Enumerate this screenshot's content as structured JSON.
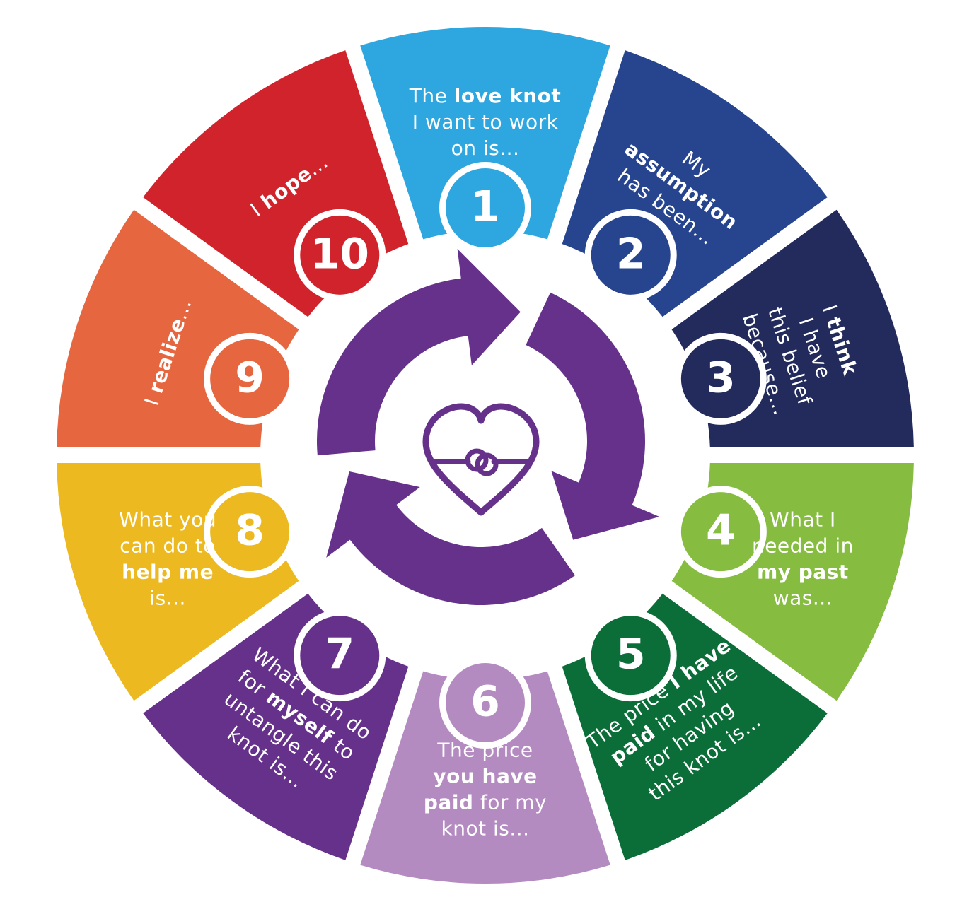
{
  "segments": [
    {
      "number": "1",
      "color": "#2ea7e0",
      "lines": [
        [
          {
            "t": "The "
          },
          {
            "t": "love knot",
            "b": true
          }
        ],
        [
          {
            "t": "I want to work"
          }
        ],
        [
          {
            "t": "on is..."
          }
        ]
      ]
    },
    {
      "number": "2",
      "color": "#27448f",
      "lines": [
        [
          {
            "t": "My"
          }
        ],
        [
          {
            "t": "assumption",
            "b": true
          }
        ],
        [
          {
            "t": "has been..."
          }
        ]
      ]
    },
    {
      "number": "3",
      "color": "#222b5c",
      "lines": [
        [
          {
            "t": "I "
          },
          {
            "t": "think",
            "b": true
          }
        ],
        [
          {
            "t": "I have"
          }
        ],
        [
          {
            "t": "this belief"
          }
        ],
        [
          {
            "t": "because..."
          }
        ]
      ]
    },
    {
      "number": "4",
      "color": "#86bd40",
      "lines": [
        [
          {
            "t": "What I"
          }
        ],
        [
          {
            "t": "needed in"
          }
        ],
        [
          {
            "t": "my past",
            "b": true
          }
        ],
        [
          {
            "t": "was..."
          }
        ]
      ]
    },
    {
      "number": "5",
      "color": "#0b6e38",
      "lines": [
        [
          {
            "t": "The price "
          },
          {
            "t": "I have",
            "b": true
          }
        ],
        [
          {
            "t": "paid",
            "b": true
          },
          {
            "t": " in my life"
          }
        ],
        [
          {
            "t": "for having"
          }
        ],
        [
          {
            "t": "this knot is..."
          }
        ]
      ]
    },
    {
      "number": "6",
      "color": "#b48bc0",
      "lines": [
        [
          {
            "t": "The price"
          }
        ],
        [
          {
            "t": "you have",
            "b": true
          }
        ],
        [
          {
            "t": "paid",
            "b": true
          },
          {
            "t": " for my"
          }
        ],
        [
          {
            "t": "knot is..."
          }
        ]
      ]
    },
    {
      "number": "7",
      "color": "#66318b",
      "lines": [
        [
          {
            "t": "What I can do"
          }
        ],
        [
          {
            "t": "for "
          },
          {
            "t": "myself",
            "b": true
          },
          {
            "t": " to"
          }
        ],
        [
          {
            "t": "untangle this"
          }
        ],
        [
          {
            "t": "knot is..."
          }
        ]
      ]
    },
    {
      "number": "8",
      "color": "#ecb920",
      "lines": [
        [
          {
            "t": "What you"
          }
        ],
        [
          {
            "t": "can do to"
          }
        ],
        [
          {
            "t": "help me",
            "b": true
          }
        ],
        [
          {
            "t": "is..."
          }
        ]
      ]
    },
    {
      "number": "9",
      "color": "#e6663f",
      "lines": [
        [
          {
            "t": "I "
          },
          {
            "t": "realize",
            "b": true
          },
          {
            "t": "..."
          }
        ]
      ]
    },
    {
      "number": "10",
      "color": "#d1232b",
      "lines": [
        [
          {
            "t": "I "
          },
          {
            "t": "hope",
            "b": true
          },
          {
            "t": "..."
          }
        ]
      ]
    }
  ],
  "center": {
    "arrow_color": "#66318b",
    "icon": "heart-knot-icon"
  }
}
